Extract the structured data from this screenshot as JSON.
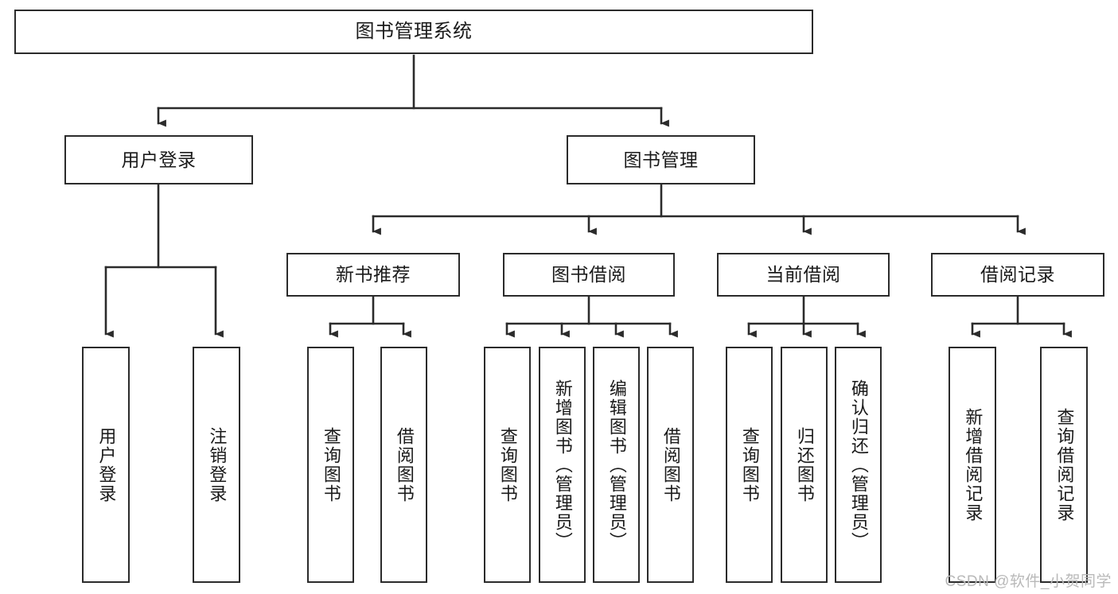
{
  "diagram": {
    "title": "图书管理系统",
    "type": "functional-structure-tree",
    "line_color": "#2b2b2b",
    "background_color": "#ffffff",
    "text_color": "#1a1a1a"
  },
  "root": {
    "label": "图书管理系统"
  },
  "level2": [
    {
      "label": "用户登录"
    },
    {
      "label": "图书管理"
    }
  ],
  "level3": [
    {
      "label": "新书推荐"
    },
    {
      "label": "图书借阅"
    },
    {
      "label": "当前借阅"
    },
    {
      "label": "借阅记录"
    }
  ],
  "leaves": {
    "user_login": [
      {
        "label": "用户登录"
      },
      {
        "label": "注销登录"
      }
    ],
    "new_book_recommend": [
      {
        "label": "查询图书"
      },
      {
        "label": "借阅图书"
      }
    ],
    "book_borrow": [
      {
        "label": "查询图书"
      },
      {
        "label": "新增图书（管理员）"
      },
      {
        "label": "编辑图书（管理员）"
      },
      {
        "label": "借阅图书"
      }
    ],
    "current_borrow": [
      {
        "label": "查询图书"
      },
      {
        "label": "归还图书"
      },
      {
        "label": "确认归还（管理员）"
      }
    ],
    "borrow_record": [
      {
        "label": "新增借阅记录"
      },
      {
        "label": "查询借阅记录"
      }
    ]
  },
  "watermark": {
    "text": "CSDN @软件_小贺同学",
    "color": "#b9b9b9"
  }
}
